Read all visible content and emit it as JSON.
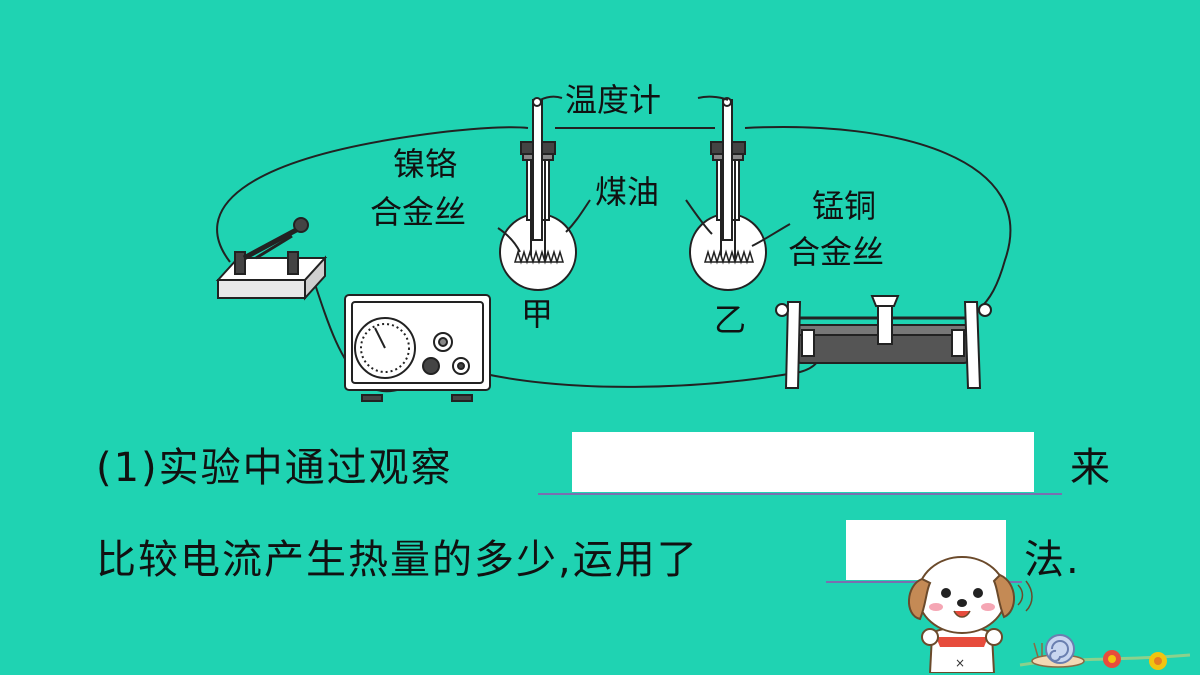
{
  "diagram": {
    "labels": {
      "thermometer": "温度计",
      "nichrome_line1": "镍铬",
      "nichrome_line2": "合金丝",
      "kerosene": "煤油",
      "manganin_line1": "锰铜",
      "manganin_line2": "合金丝",
      "flask_a": "甲",
      "flask_b": "乙"
    }
  },
  "question": {
    "line1_prefix": "(1)实验中通过观察",
    "line1_suffix": "来",
    "line2_prefix": "比较电流产生热量的多少,运用了",
    "line2_suffix": "法."
  },
  "colors": {
    "background": "#1fd3b2",
    "underline": "#7a6fb0",
    "blank": "#ffffff"
  }
}
